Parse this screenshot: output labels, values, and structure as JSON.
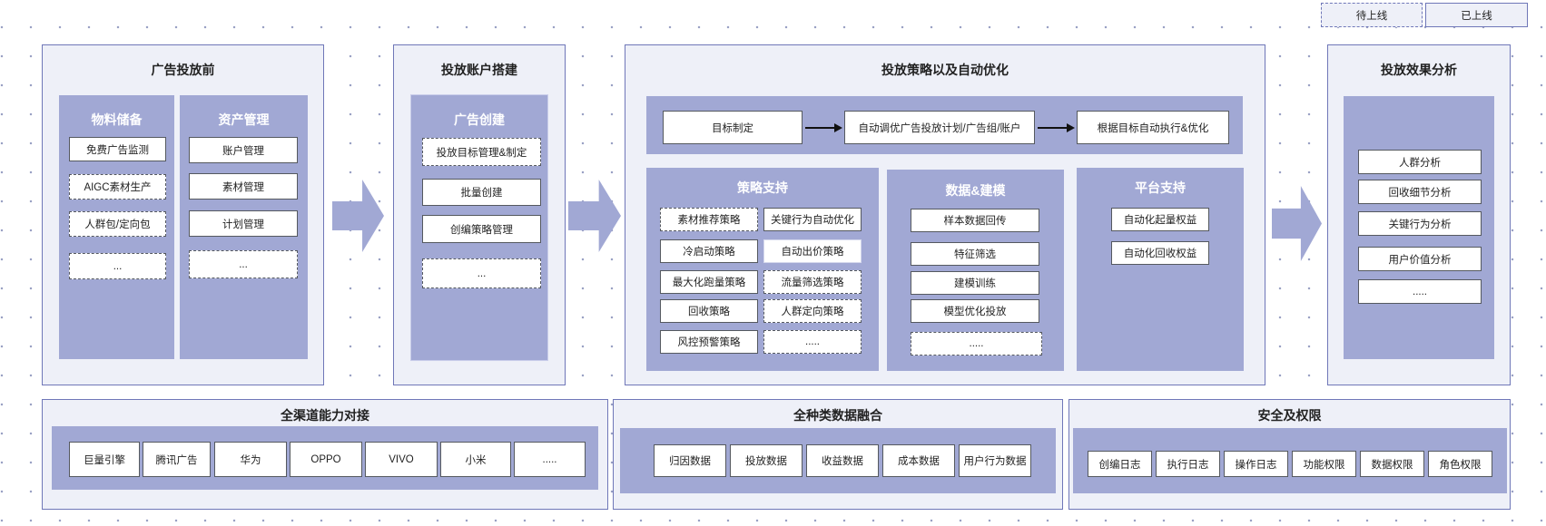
{
  "legend": {
    "pending": "待上线",
    "online": "已上线"
  },
  "stage_pre": {
    "title": "广告投放前",
    "materials": {
      "title": "物料储备",
      "items": [
        "免费广告监测",
        "AIGC素材生产",
        "人群包/定向包",
        "..."
      ]
    },
    "assets": {
      "title": "资产管理",
      "items": [
        "账户管理",
        "素材管理",
        "计划管理",
        "..."
      ]
    }
  },
  "stage_account": {
    "title": "投放账户搭建",
    "creation": {
      "title": "广告创建",
      "items": [
        "投放目标管理&制定",
        "批量创建",
        "创编策略管理",
        "..."
      ]
    }
  },
  "stage_strategy": {
    "title": "投放策略以及自动优化",
    "flow": [
      "目标制定",
      "自动调优广告投放计划/广告组/账户",
      "根据目标自动执行&优化"
    ],
    "support": {
      "title": "策略支持",
      "items": [
        "素材推荐策略",
        "关键行为自动优化",
        "冷启动策略",
        "自动出价策略",
        "最大化跑量策略",
        "流量筛选策略",
        "回收策略",
        "人群定向策略",
        "风控预警策略",
        "....."
      ]
    },
    "modeling": {
      "title": "数据&建模",
      "items": [
        "样本数据回传",
        "特征筛选",
        "建模训练",
        "模型优化投放",
        "....."
      ]
    },
    "platform": {
      "title": "平台支持",
      "items": [
        "自动化起量权益",
        "自动化回收权益"
      ]
    }
  },
  "stage_analysis": {
    "title": "投放效果分析",
    "items": [
      "人群分析",
      "回收细节分析",
      "关键行为分析",
      "用户价值分析",
      "....."
    ]
  },
  "channels": {
    "title": "全渠道能力对接",
    "items": [
      "巨量引擎",
      "腾讯广告",
      "华为",
      "OPPO",
      "VIVO",
      "小米",
      "....."
    ]
  },
  "data_fusion": {
    "title": "全种类数据融合",
    "items": [
      "归因数据",
      "投放数据",
      "收益数据",
      "成本数据",
      "用户行为数据"
    ]
  },
  "security": {
    "title": "安全及权限",
    "items": [
      "创编日志",
      "执行日志",
      "操作日志",
      "功能权限",
      "数据权限",
      "角色权限"
    ]
  }
}
